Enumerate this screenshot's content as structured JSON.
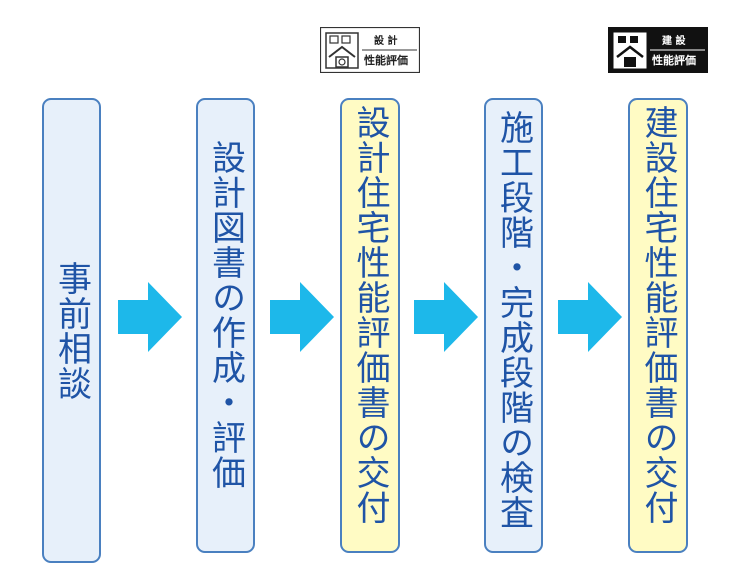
{
  "colors": {
    "border": "#4a80c0",
    "text": "#1f54a6",
    "box_fill_blue": "#e7f0fa",
    "box_fill_yellow": "#fffbc4",
    "arrow": "#1db8ea"
  },
  "steps": [
    {
      "label": "事前相談",
      "fill": "blue"
    },
    {
      "label": "設計図書の作成・評価",
      "fill": "blue"
    },
    {
      "label": "設計住宅性能評価書の交付",
      "fill": "yellow"
    },
    {
      "label": "施工段階・完成段階の検査",
      "fill": "blue"
    },
    {
      "label": "建設住宅性能評価書の交付",
      "fill": "yellow"
    }
  ],
  "badges": {
    "design": {
      "top": "設 計",
      "bottom": "性能評価",
      "icon": "house-icon"
    },
    "construction": {
      "top": "建 設",
      "bottom": "性能評価",
      "icon": "house-icon"
    }
  }
}
